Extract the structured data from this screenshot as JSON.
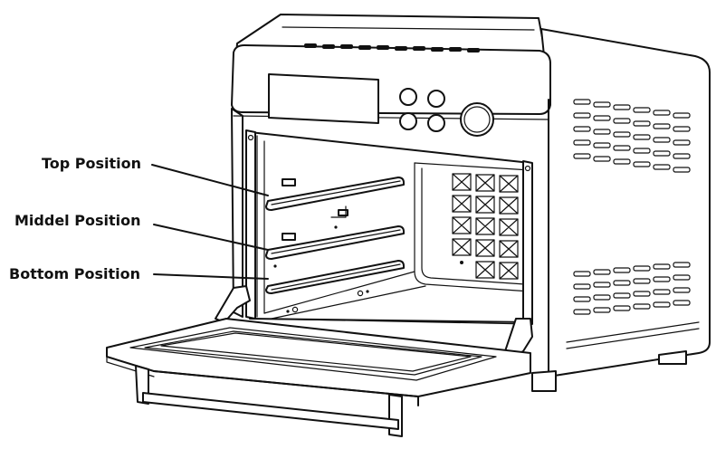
{
  "labels": {
    "top": "Top Position",
    "middle": "Middel Position",
    "bottom": "Bottom Position"
  },
  "colors": {
    "line": "#111111",
    "background": "#ffffff"
  }
}
